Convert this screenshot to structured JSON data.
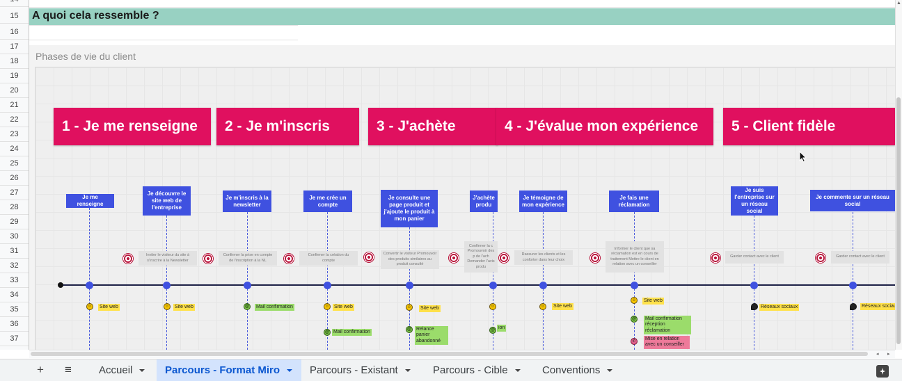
{
  "sheet": {
    "header_title": "A quoi cela ressemble ?",
    "frame_label": "Phases de vie du client",
    "row_numbers": [
      "14",
      "15",
      "16",
      "17",
      "18",
      "19",
      "20",
      "21",
      "22",
      "23",
      "24",
      "25",
      "26",
      "27",
      "28",
      "29",
      "30",
      "31",
      "32",
      "33",
      "34",
      "35",
      "36",
      "37"
    ]
  },
  "phases": [
    "1 - Je me renseigne",
    "2 - Je m'inscris",
    "3 - J'achète",
    "4 - J'évalue mon expérience",
    "5 - Client fidèle"
  ],
  "steps": [
    "Je me renseigne",
    "Je découvre le site web de l'entreprise",
    "Je m'inscris à la newsletter",
    "Je me crée un compte",
    "Je consulte une page produit et j'ajoute le produit à mon panier",
    "J'achète produ",
    "Je témoigne de mon expérience",
    "Je fais une réclamation",
    "Je suis l'entreprise sur un réseau social",
    "Je commente sur un réseau social"
  ],
  "objectives": [
    "Inviter le visiteur du site à s'inscrire à la Newsletter",
    "Confirmer la prise en compte de l'inscription à la NL",
    "Confirmer la création du compte",
    "Convertir le visiteur Promouvoir des produits similaires au produit consulté",
    "Confirmer la c Promouvoir des p de l'ach Demander l'avis produ",
    "Rassurer les clients et les conforter dans leur choix",
    "Informer le client que sa réclamation est en cours de traitement Mettre le client en relation avec un conseiller",
    "Garder contact avec le client",
    "Garder contact avec le client"
  ],
  "channels": {
    "site_web": "Site web",
    "mail_confirmation": "Mail confirmation",
    "relance_panier": "Relance panier abandonné",
    "mail_reception": "Mail confirmation réception réclamation",
    "mise_en_relation": "Mise en relation avec un conseiller",
    "reseaux_sociaux": "Réseaux sociaux",
    "partial_ion": "ion"
  },
  "tabs": {
    "add_label": "+",
    "menu_label": "≡",
    "items": [
      "Accueil",
      "Parcours - Format Miro",
      "Parcours - Existant",
      "Parcours - Cible",
      "Conventions"
    ],
    "active_index": 1
  },
  "colors": {
    "header_band": "#98d1c2",
    "phase": "#e0105f",
    "step": "#3f51e0",
    "active_tab": "#d3e3fd"
  }
}
